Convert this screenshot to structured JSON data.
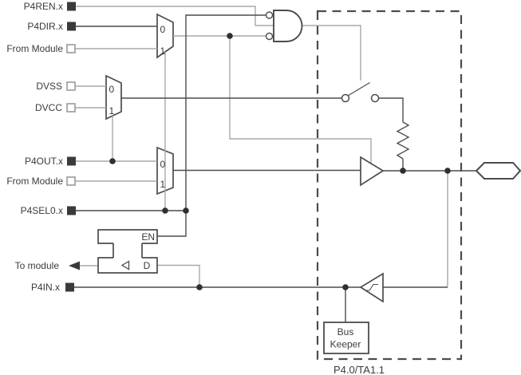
{
  "signals": {
    "p4ren": "P4REN.x",
    "p4dir": "P4DIR.x",
    "from_module_dir": "From Module",
    "dvss": "DVSS",
    "dvcc": "DVCC",
    "p4out": "P4OUT.x",
    "from_module_out": "From Module",
    "p4sel0": "P4SEL0.x",
    "to_module": "To module",
    "p4in": "P4IN.x"
  },
  "mux": {
    "in0": "0",
    "in1": "1"
  },
  "latch": {
    "enable": "EN",
    "data": "D"
  },
  "bus_keeper": {
    "line1": "Bus",
    "line2": "Keeper"
  },
  "pin_caption": "P4.0/TA1.1",
  "colors": {
    "wire_dark": "#4c4c4c",
    "wire_light": "#a8a8a8",
    "text": "#3b3b3b",
    "background": "#ffffff"
  }
}
